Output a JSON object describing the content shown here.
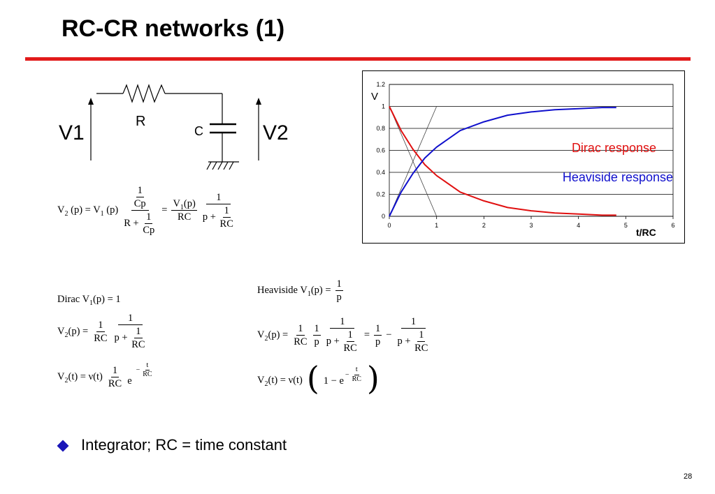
{
  "slide": {
    "title": "RC-CR networks (1)",
    "page_number": "28",
    "bullet": "Integrator; RC = time constant"
  },
  "colors": {
    "title_rule": "#e21b1b",
    "dirac": "#e01010",
    "heaviside": "#1010cc",
    "bullet": "#1a16b8"
  },
  "circuit": {
    "v1": "V1",
    "v2": "V2",
    "r": "R",
    "c": "C"
  },
  "equations": {
    "main": {
      "v2p": "V",
      "sub2": "2",
      "p": "(p) = ",
      "v1": "V",
      "sub1": "1",
      "p2": "(p)",
      "one": "1",
      "cp": "Cp",
      "r_plus": "R +",
      "eq": "=",
      "v1p": "V",
      "v1p_sub": "1",
      "v1p_arg": "(p)",
      "rc": "RC",
      "p_plus": "p +"
    },
    "dirac": {
      "label": "Dirac V",
      "sub": "1",
      "rest": "(p) = 1",
      "v2": "V",
      "v2sub": "2",
      "v2arg": "(p) =",
      "v2t": "V",
      "v2tsub": "2",
      "v2targ": "(t) = ν(t)",
      "one": "1",
      "rc": "RC",
      "p_plus": "p +",
      "e": "e",
      "minus": "−",
      "t": "t"
    },
    "heaviside": {
      "label": "Heaviside V",
      "sub": "1",
      "rest": "(p) =",
      "one": "1",
      "p": "p",
      "v2": "V",
      "v2sub": "2",
      "v2arg": "(p) =",
      "rc": "RC",
      "p_plus": "p +",
      "eq": "=",
      "minus": "−",
      "v2t": "V",
      "v2tsub": "2",
      "v2targ": "(t) = ν(t)",
      "one_minus_e": "1 − e",
      "t": "t"
    }
  },
  "chart_data": {
    "type": "line",
    "ylabel": "V",
    "xlabel": "t/RC",
    "xlim": [
      0,
      6
    ],
    "ylim": [
      0,
      1.2
    ],
    "x_ticks": [
      "0",
      "1",
      "2",
      "3",
      "4",
      "5",
      "6"
    ],
    "y_ticks": [
      "0",
      "0.2",
      "0.4",
      "0.6",
      "0.8",
      "1",
      "1.2"
    ],
    "grid": "horizontal",
    "series": [
      {
        "name": "Dirac response",
        "color": "#e01010",
        "x": [
          0,
          0.25,
          0.5,
          0.75,
          1,
          1.5,
          2,
          2.5,
          3,
          3.5,
          4,
          4.5,
          4.8
        ],
        "y": [
          1,
          0.78,
          0.61,
          0.47,
          0.37,
          0.22,
          0.14,
          0.08,
          0.05,
          0.03,
          0.02,
          0.01,
          0.01
        ]
      },
      {
        "name": "Heaviside response",
        "color": "#1010cc",
        "x": [
          0,
          0.25,
          0.5,
          0.75,
          1,
          1.5,
          2,
          2.5,
          3,
          3.5,
          4,
          4.5,
          4.8
        ],
        "y": [
          0,
          0.22,
          0.39,
          0.53,
          0.63,
          0.78,
          0.86,
          0.92,
          0.95,
          0.97,
          0.98,
          0.99,
          0.99
        ]
      }
    ],
    "tangents": [
      {
        "x": [
          0,
          1
        ],
        "y": [
          1,
          0
        ]
      },
      {
        "x": [
          0,
          1
        ],
        "y": [
          0,
          1
        ]
      }
    ]
  }
}
